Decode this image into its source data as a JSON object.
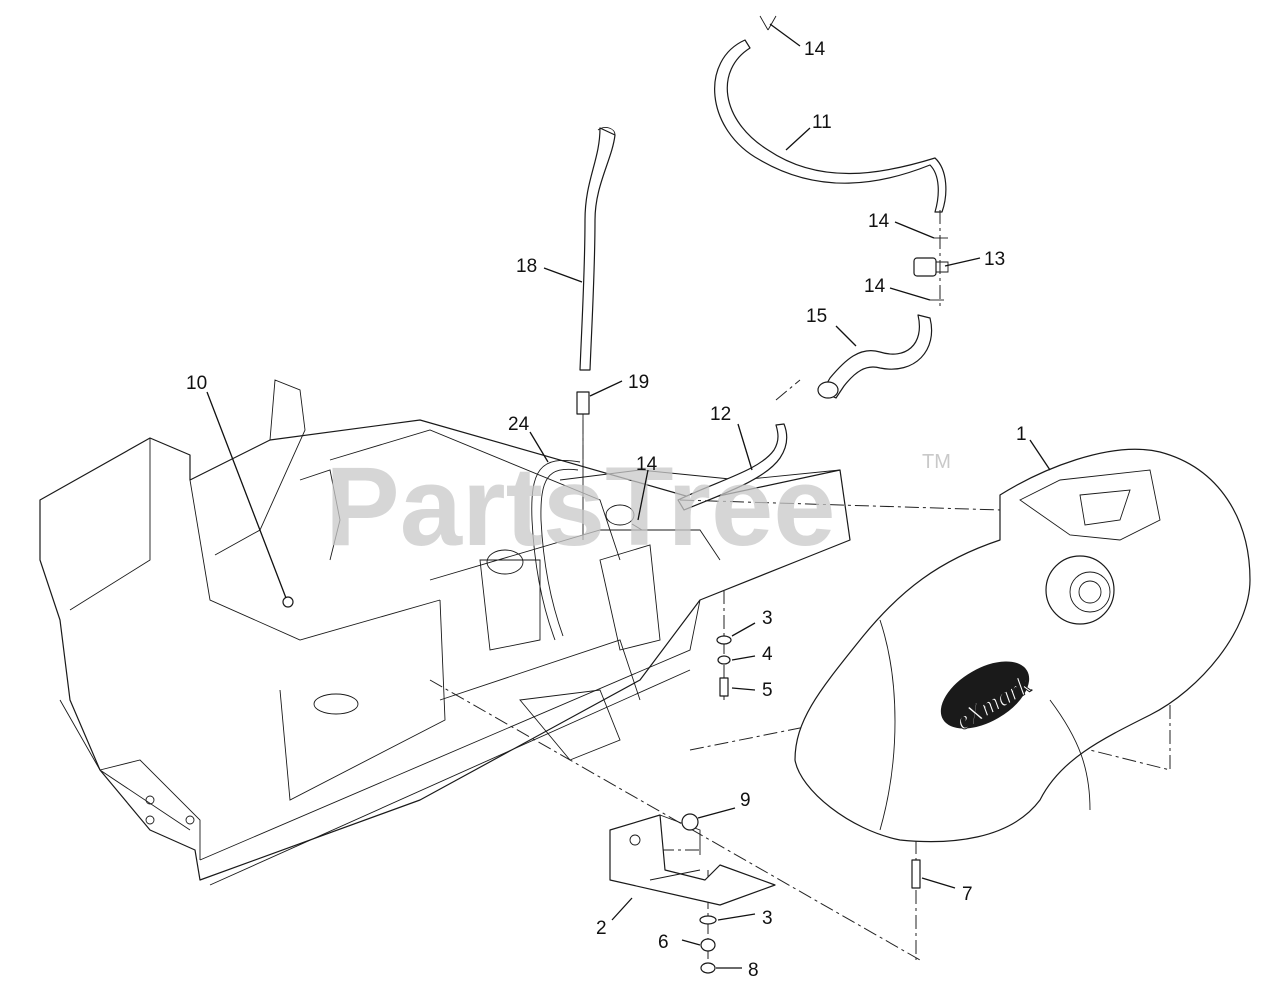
{
  "watermark": {
    "text": "PartsTree",
    "trademark": "TM"
  },
  "brand_mark": "eXmark",
  "callouts": [
    {
      "id": "c1",
      "label": "1"
    },
    {
      "id": "c2",
      "label": "2"
    },
    {
      "id": "c3a",
      "label": "3"
    },
    {
      "id": "c3b",
      "label": "3"
    },
    {
      "id": "c4",
      "label": "4"
    },
    {
      "id": "c5",
      "label": "5"
    },
    {
      "id": "c6",
      "label": "6"
    },
    {
      "id": "c7",
      "label": "7"
    },
    {
      "id": "c8",
      "label": "8"
    },
    {
      "id": "c9",
      "label": "9"
    },
    {
      "id": "c10",
      "label": "10"
    },
    {
      "id": "c11",
      "label": "11"
    },
    {
      "id": "c12",
      "label": "12"
    },
    {
      "id": "c13",
      "label": "13"
    },
    {
      "id": "c14a",
      "label": "14"
    },
    {
      "id": "c14b",
      "label": "14"
    },
    {
      "id": "c14c",
      "label": "14"
    },
    {
      "id": "c14d",
      "label": "14"
    },
    {
      "id": "c15",
      "label": "15"
    },
    {
      "id": "c18",
      "label": "18"
    },
    {
      "id": "c19",
      "label": "19"
    },
    {
      "id": "c24",
      "label": "24"
    }
  ]
}
